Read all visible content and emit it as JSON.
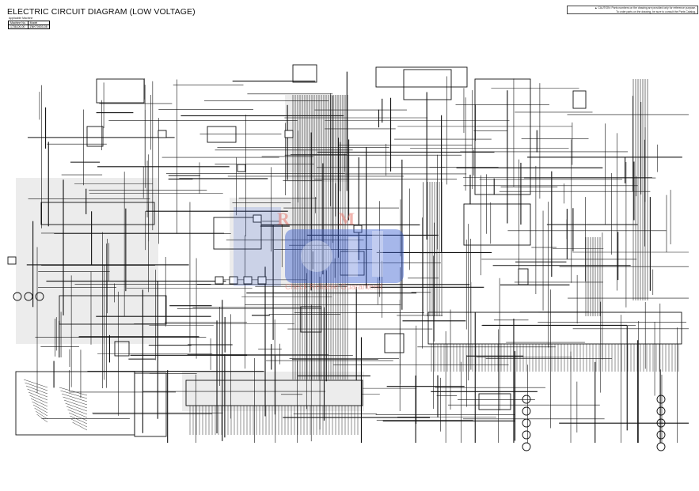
{
  "header": {
    "title": "ELECTRIC CIRCUIT DIAGRAM (LOW VOLTAGE)",
    "applicable_label": "Applicable Machine",
    "machine_table": {
      "headers": [
        "Machine No.",
        "Model"
      ],
      "row": [
        "1738-D0-00",
        "ZNKT0003-08"
      ]
    }
  },
  "caution": {
    "line1": "▲ CAUTION: Parts numbers on the drawing are provided only for reference purpose.",
    "line2": "To order parts on the drawing, be sure to consult the Parts Catalog."
  },
  "watermark": {
    "letters": "R M",
    "tagline": "Check Reliable Guaranteed",
    "color": "#3a5fd0"
  },
  "colors": {
    "wire": "#111111",
    "gray_fill": "#d8d8d8"
  }
}
